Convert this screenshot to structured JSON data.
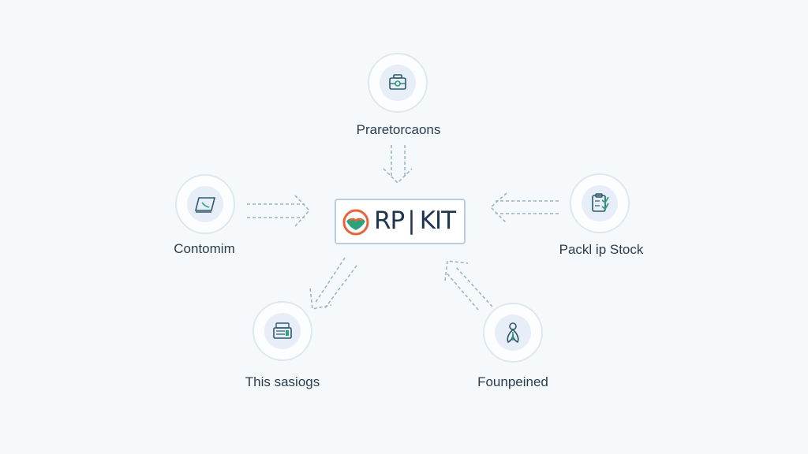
{
  "diagram": {
    "hub": {
      "part_a": "RP",
      "part_b": "KIT"
    },
    "nodes": {
      "top": {
        "label": "Praretorcaons",
        "icon": "briefcase-icon"
      },
      "left": {
        "label": "Contomim",
        "icon": "book-icon"
      },
      "right": {
        "label": "Packl ip Stock",
        "icon": "clipboard-icon"
      },
      "bottom_left": {
        "label": "This sasiogs",
        "icon": "cash-register-icon"
      },
      "bottom_right": {
        "label": "Founpeined",
        "icon": "leaf-person-icon"
      }
    },
    "colors": {
      "background": "#f6f9fb",
      "node_border": "#dde8ef",
      "node_fill": "#e8eef8",
      "icon_stroke": "#2c5a6b",
      "icon_accent": "#2aa37a",
      "arrow": "#9cb4c7",
      "hub_border": "#b9cde0",
      "hub_text": "#1f3550",
      "logo_orange": "#e8633a",
      "logo_green": "#2aa37a"
    }
  }
}
